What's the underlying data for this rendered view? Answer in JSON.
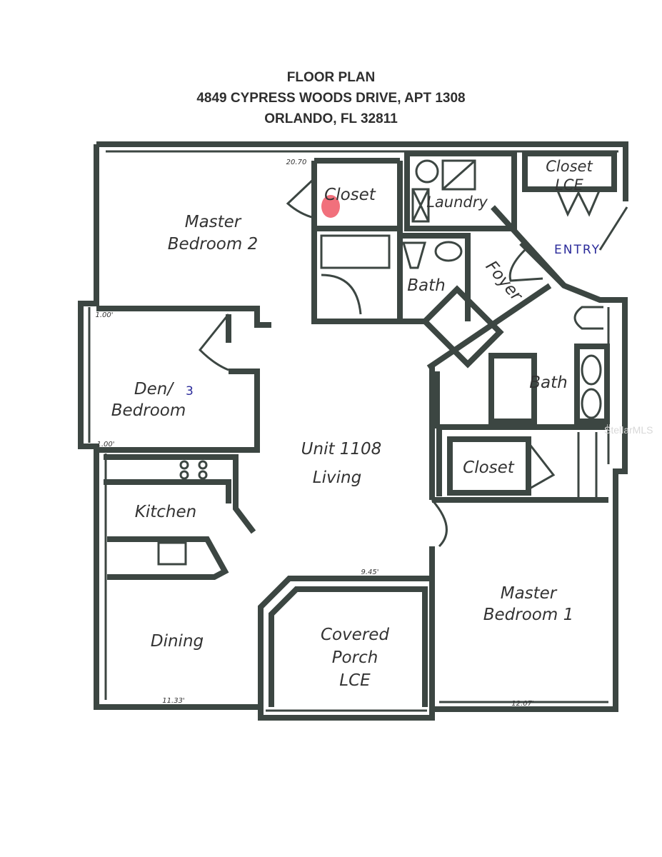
{
  "header": {
    "line1": "FLOOR PLAN",
    "line2": "4849 CYPRESS WOODS DRIVE, APT 1308",
    "line3": "ORLANDO, FL  32811"
  },
  "rooms": {
    "master_bed2_a": "Master",
    "master_bed2_b": "Bedroom  2",
    "closet1": "Closet",
    "laundry": "Laundry",
    "closet_lce_a": "Closet",
    "closet_lce_b": "LCE",
    "entry": "ENTRY",
    "bath1": "Bath",
    "foyer": "Foyer",
    "den_a": "Den/",
    "den_hand": "3",
    "den_b": "Bedroom",
    "bath2": "Bath",
    "living_a": "Unit  1108",
    "living_b": "Living",
    "closet2": "Closet",
    "kitchen": "Kitchen",
    "dining": "Dining",
    "porch_a": "Covered",
    "porch_b": "Porch",
    "porch_c": "LCE",
    "master_bed1_a": "Master",
    "master_bed1_b": "Bedroom  1"
  },
  "dimensions": {
    "top": "20.70",
    "den_top": "1.00'",
    "den_bottom": "1.00'",
    "porch_top": "9.45'",
    "dining_bottom": "11.33'",
    "bed1_bottom": "12.07'"
  },
  "watermark": "StellarMLS",
  "colors": {
    "wall": "#3c4642",
    "marker": "#f0606e",
    "pen": "#2a2a9a"
  }
}
